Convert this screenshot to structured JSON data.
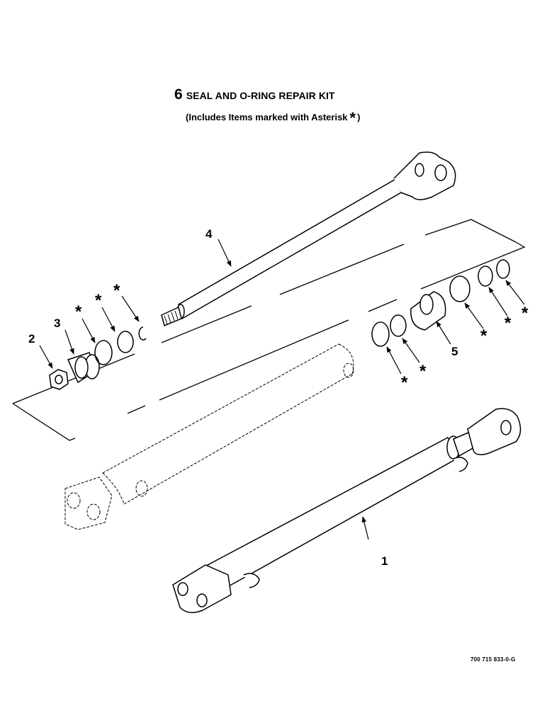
{
  "kit": {
    "number": "6",
    "title": "SEAL AND O-RING REPAIR KIT",
    "note_prefix": "(Includes Items marked with Asterisk",
    "note_asterisk": "*",
    "note_suffix": ")"
  },
  "callouts": {
    "item_1": "1",
    "item_2": "2",
    "item_3": "3",
    "item_4": "4",
    "item_5": "5",
    "asterisk": "*"
  },
  "drawing_code": "700 715 833-0-G"
}
